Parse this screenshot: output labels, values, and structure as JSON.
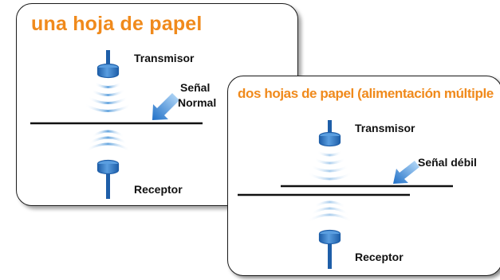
{
  "panels": [
    {
      "title": "una hoja de papel",
      "transmitter_label": "Transmisor",
      "signal_label_line1": "Señal",
      "signal_label_line2": "Normal",
      "receiver_label": "Receptor"
    },
    {
      "title": "dos hojas de papel (alimentación múltiple",
      "transmitter_label": "Transmisor",
      "signal_label": "Señal débil",
      "receiver_label": "Receptor"
    }
  ],
  "colors": {
    "title": "#f08a1c",
    "sensor": "#1e5ea8",
    "wave": "#7fb2e2",
    "arrow": "#4a9de0",
    "paper": "#111111"
  }
}
